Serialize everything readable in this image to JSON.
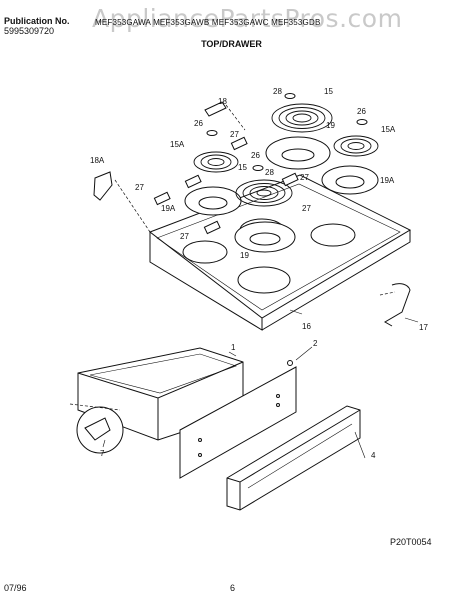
{
  "header": {
    "publication_label": "Publication No.",
    "publication_number": "5995309720",
    "models": "MEF353GAWA  MEF353GAWB  MEF353GAWC  MEF353GDB",
    "section_title": "TOP/DRAWER"
  },
  "watermark": "AppliancePartsPros.com",
  "callouts": {
    "c1": "1",
    "c2": "2",
    "c4": "4",
    "c7": "7",
    "c15a": "15",
    "c15b": "15",
    "c15A_left": "15A",
    "c15A_right": "15A",
    "c16": "16",
    "c17": "17",
    "c18": "18",
    "c18A": "18A",
    "c19_top": "19",
    "c19_mid": "19",
    "c19A_left": "19A",
    "c19A_right": "19A",
    "c26_a": "26",
    "c26_b": "26",
    "c26_c": "26",
    "c27_a": "27",
    "c27_b": "27",
    "c27_c": "27",
    "c27_d": "27",
    "c27_e": "27",
    "c28_top": "28",
    "c28_mid": "28"
  },
  "figure_code": "P20T0054",
  "footer": {
    "date": "07/96",
    "page": "6"
  },
  "colors": {
    "line": "#111111",
    "watermark": "#c9c9c9",
    "background": "#ffffff"
  }
}
